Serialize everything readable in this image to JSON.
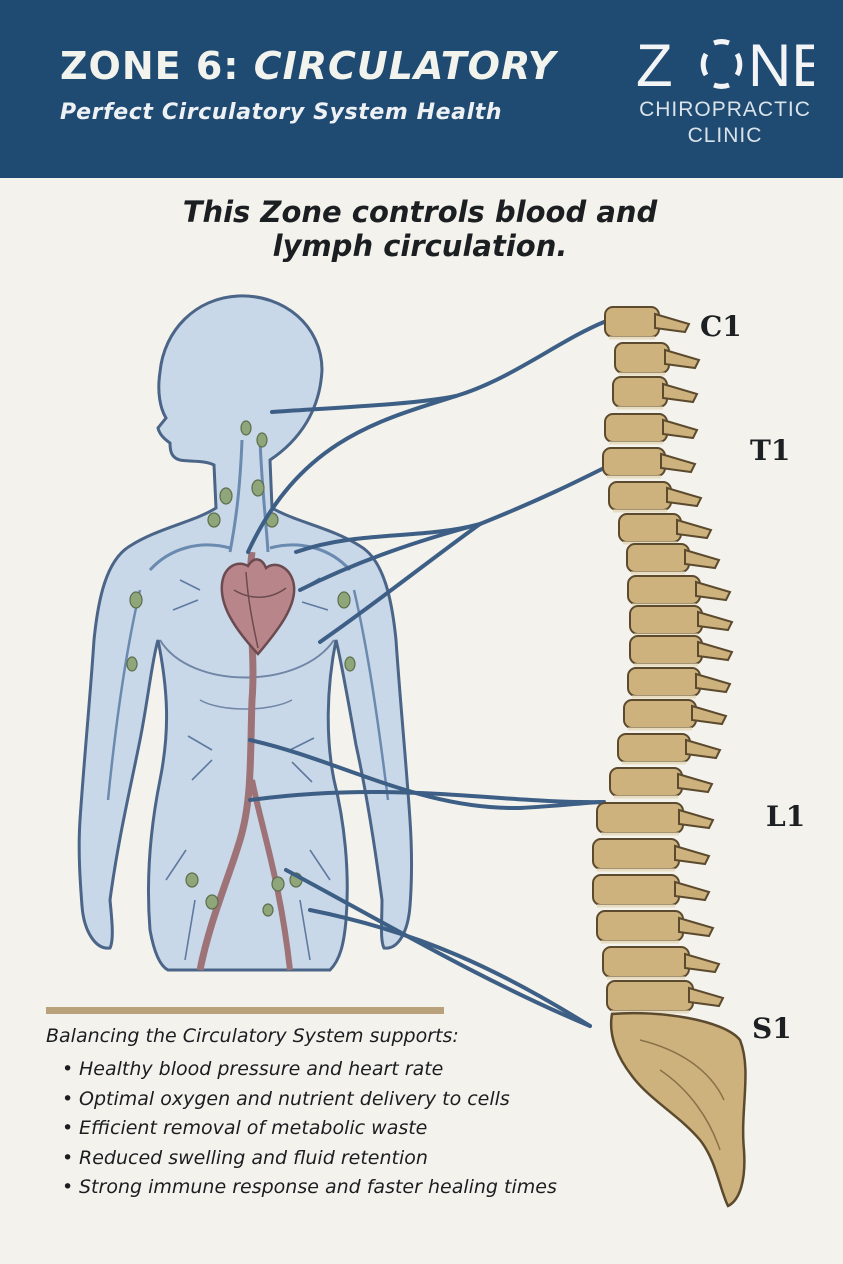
{
  "header": {
    "title_prefix": "ZONE 6: ",
    "title_highlight": "CIRCULATORY",
    "subtitle": "Perfect Circulatory System Health"
  },
  "logo": {
    "word_left": "Z",
    "word_right": "NE",
    "line1": "CHIROPRACTIC",
    "line2": "CLINIC"
  },
  "intro": "This Zone controls blood and lymph circulation.",
  "spine_labels": {
    "c1": "C1",
    "t1": "T1",
    "l1": "L1",
    "s1": "S1"
  },
  "benefits": {
    "title": "Balancing the Circulatory System supports:",
    "items": [
      "Healthy blood pressure and heart rate",
      "Optimal oxygen and nutrient delivery to cells",
      "Efficient removal of metabolic waste",
      "Reduced swelling and fluid retention",
      "Strong immune response and faster healing times"
    ]
  },
  "colors": {
    "header_bg": "#1f4a72",
    "accent_rule": "#b9a27b",
    "nerve_line": "#3d5f86",
    "body_fill": "#c9d8e8",
    "spine_fill": "#cdb27d",
    "heart": "#b8868a",
    "lymph_node": "#8fa57a"
  }
}
